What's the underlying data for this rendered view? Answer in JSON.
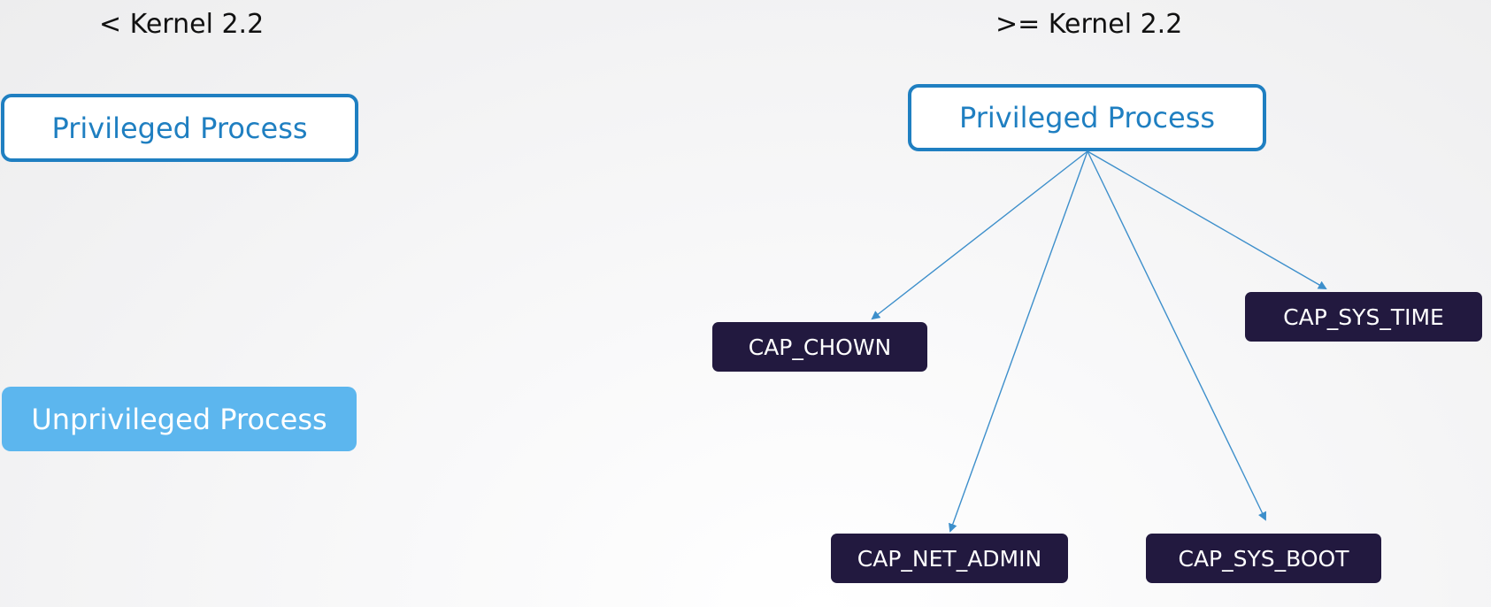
{
  "headings": {
    "left": "< Kernel 2.2",
    "right": ">= Kernel 2.2"
  },
  "left_panel": {
    "privileged_label": "Privileged Process",
    "unprivileged_label": "Unprivileged Process"
  },
  "right_panel": {
    "root_label": "Privileged Process",
    "capabilities": [
      "CAP_CHOWN",
      "CAP_SYS_TIME",
      "CAP_NET_ADMIN",
      "CAP_SYS_BOOT"
    ]
  },
  "colors": {
    "privileged_border": "#1f7fc1",
    "unprivileged_fill": "#5cb6ee",
    "capability_fill": "#22193f",
    "arrow": "#3d8fcb"
  }
}
